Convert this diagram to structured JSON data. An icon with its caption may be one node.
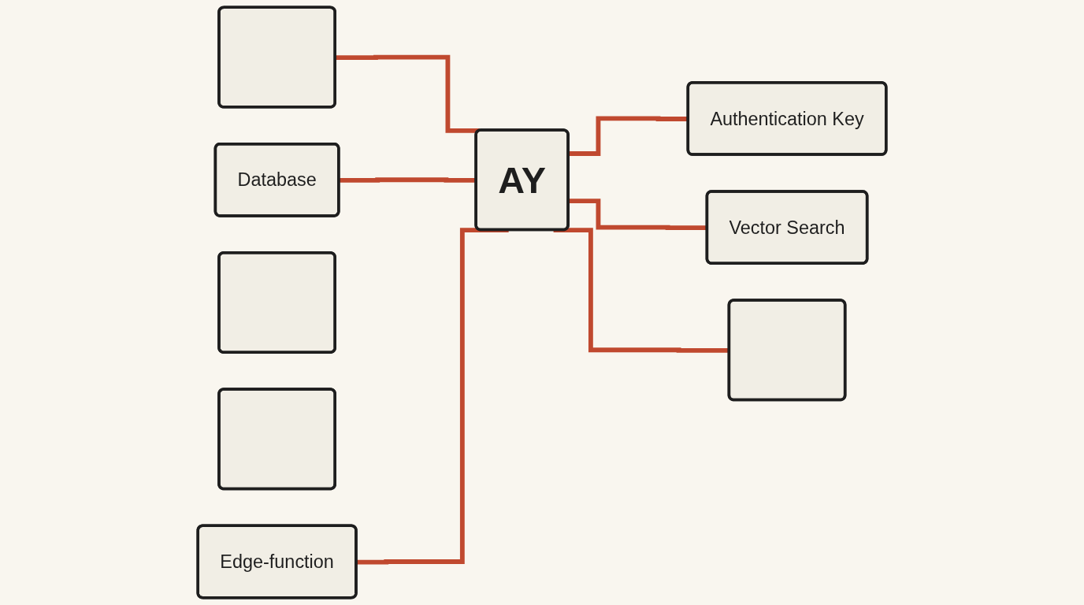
{
  "diagram": {
    "nodes": [
      {
        "text": [],
        "shape": "box"
      },
      {
        "text": [
          "Database"
        ]
      },
      {
        "text": [
          "Authentication Key"
        ]
      },
      {
        "text": [],
        "shape": "box"
      },
      {
        "text": [],
        "shape": "box"
      },
      {
        "text": [
          "AY"
        ]
      },
      {
        "text": [
          "Edge-function"
        ]
      },
      {
        "text": [
          "Vector Search"
        ]
      },
      {
        "text": [],
        "shape": "box"
      }
    ],
    "edges": [
      {
        "from": 0,
        "to": 5,
        "arrow": "none"
      },
      {
        "from": 1,
        "to": 5,
        "arrow": "none"
      },
      {
        "from": 5,
        "to": 2,
        "arrow": "none"
      },
      {
        "from": 6,
        "to": 5,
        "arrow": "none"
      },
      {
        "from": 5,
        "to": 7,
        "arrow": "none"
      },
      {
        "from": 5,
        "to": 8,
        "arrow": "none"
      }
    ]
  }
}
